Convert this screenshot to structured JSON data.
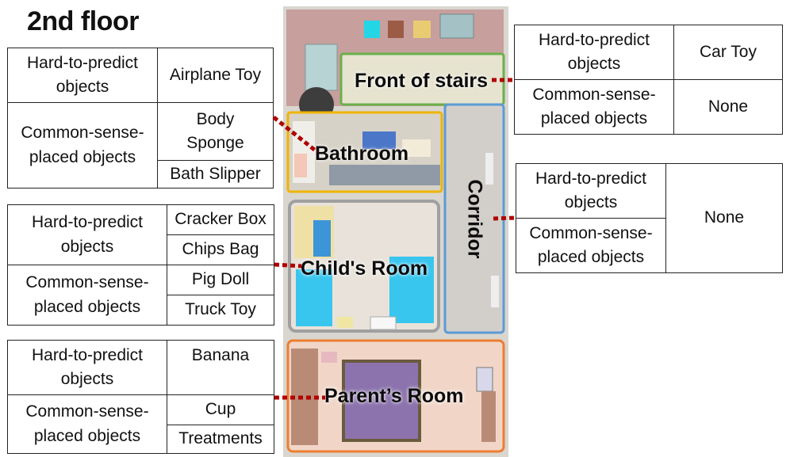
{
  "title": "2nd floor",
  "header_hard": "Hard-to-predict objects",
  "header_common": "Common-sense-placed objects",
  "rooms": {
    "front_of_stairs": {
      "label": "Front of stairs",
      "hard": [
        "Car Toy"
      ],
      "common": [
        "None"
      ]
    },
    "bathroom": {
      "label": "Bathroom",
      "hard": [
        "Airplane Toy"
      ],
      "common": [
        "Body Sponge",
        "Bath Slipper"
      ]
    },
    "corridor": {
      "label": "Corridor",
      "all": "None"
    },
    "childs_room": {
      "label": "Child's Room",
      "hard": [
        "Cracker Box",
        "Chips Bag"
      ],
      "common": [
        "Pig Doll",
        "Truck Toy"
      ]
    },
    "parents_room": {
      "label": "Parent’s Room",
      "hard": [
        "Banana"
      ],
      "common": [
        "Cup",
        "Treatments"
      ]
    }
  },
  "colors": {
    "front_of_stairs_border": "#6ab04c",
    "bathroom_border": "#f0b400",
    "childs_room_border": "#a0a0a0",
    "corridor_border": "#5b9bd5",
    "parents_room_border": "#ed7d31",
    "connector": "#b00000"
  }
}
